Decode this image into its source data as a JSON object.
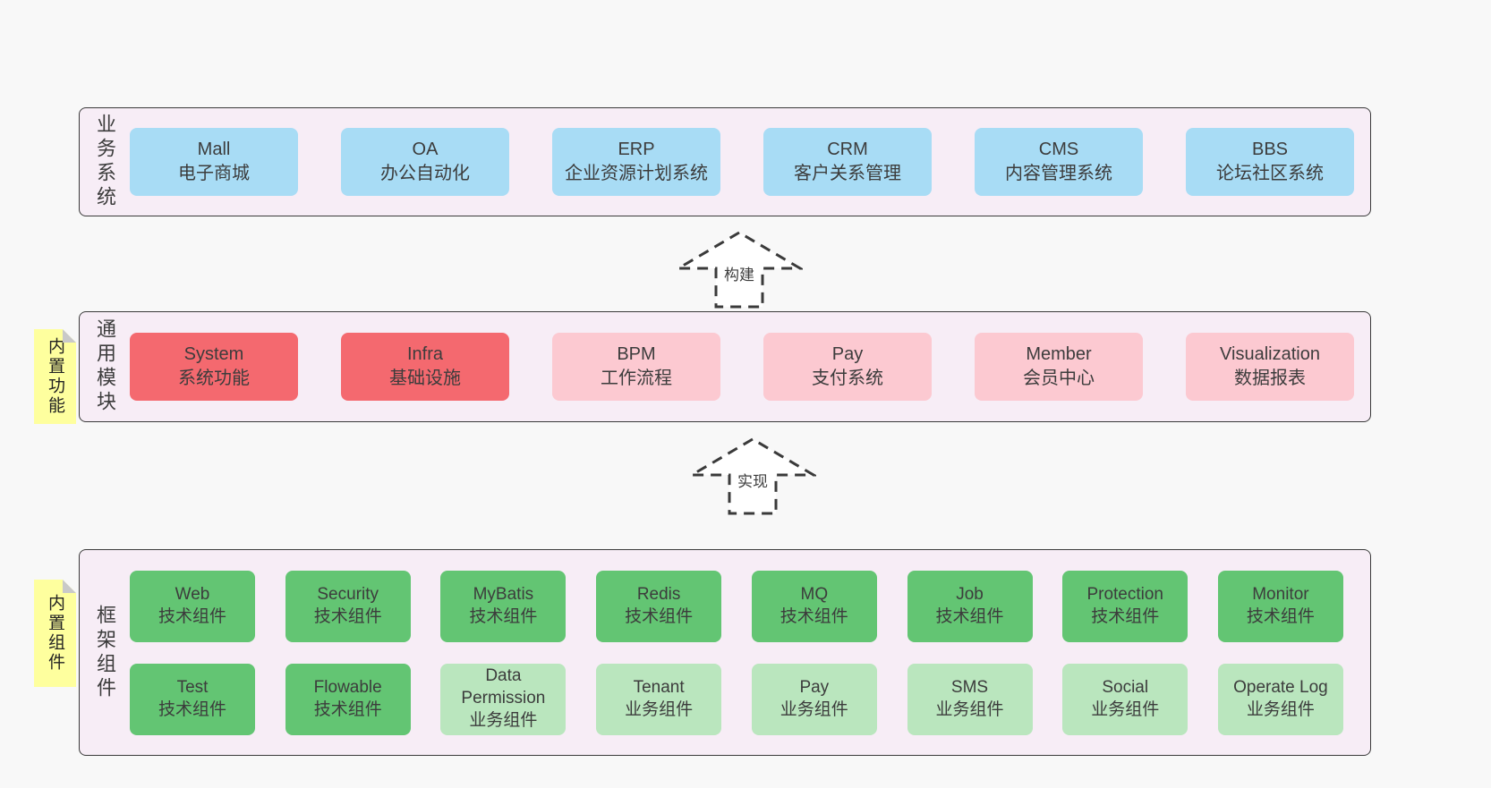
{
  "diagram": {
    "arrows": [
      {
        "label": "构建"
      },
      {
        "label": "实现"
      }
    ],
    "bands": [
      {
        "label": "业务系统",
        "boxes": [
          {
            "title": "Mall",
            "subtitle": "电子商城"
          },
          {
            "title": "OA",
            "subtitle": "办公自动化"
          },
          {
            "title": "ERP",
            "subtitle": "企业资源计划系统"
          },
          {
            "title": "CRM",
            "subtitle": "客户关系管理"
          },
          {
            "title": "CMS",
            "subtitle": "内容管理系统"
          },
          {
            "title": "BBS",
            "subtitle": "论坛社区系统"
          }
        ]
      },
      {
        "label": "通用模块",
        "sticky": "内置功能",
        "boxes": [
          {
            "title": "System",
            "subtitle": "系统功能"
          },
          {
            "title": "Infra",
            "subtitle": "基础设施"
          },
          {
            "title": "BPM",
            "subtitle": "工作流程"
          },
          {
            "title": "Pay",
            "subtitle": "支付系统"
          },
          {
            "title": "Member",
            "subtitle": "会员中心"
          },
          {
            "title": "Visualization",
            "subtitle": "数据报表"
          }
        ]
      },
      {
        "label": "框架组件",
        "sticky": "内置组件",
        "rows": [
          [
            {
              "title": "Web",
              "subtitle": "技术组件"
            },
            {
              "title": "Security",
              "subtitle": "技术组件"
            },
            {
              "title": "MyBatis",
              "subtitle": "技术组件"
            },
            {
              "title": "Redis",
              "subtitle": "技术组件"
            },
            {
              "title": "MQ",
              "subtitle": "技术组件"
            },
            {
              "title": "Job",
              "subtitle": "技术组件"
            },
            {
              "title": "Protection",
              "subtitle": "技术组件"
            },
            {
              "title": "Monitor",
              "subtitle": "技术组件"
            }
          ],
          [
            {
              "title": "Test",
              "subtitle": "技术组件"
            },
            {
              "title": "Flowable",
              "subtitle": "技术组件"
            },
            {
              "title": "Data Permission",
              "subtitle": "业务组件"
            },
            {
              "title": "Tenant",
              "subtitle": "业务组件"
            },
            {
              "title": "Pay",
              "subtitle": "业务组件"
            },
            {
              "title": "SMS",
              "subtitle": "业务组件"
            },
            {
              "title": "Social",
              "subtitle": "业务组件"
            },
            {
              "title": "Operate Log",
              "subtitle": "业务组件"
            }
          ]
        ]
      }
    ],
    "colors": {
      "page_bg": "#f8f8f8",
      "band_bg": "#f7edf6",
      "band_border": "#3a3a3a",
      "blue": "#a8dcf5",
      "red": "#f4696f",
      "pink": "#fcc9d1",
      "green": "#63c573",
      "light_green": "#bae6be",
      "sticky_yellow": "#feff9e",
      "sticky_fold": "#c9c9c9",
      "text": "#3c3c3c"
    }
  }
}
